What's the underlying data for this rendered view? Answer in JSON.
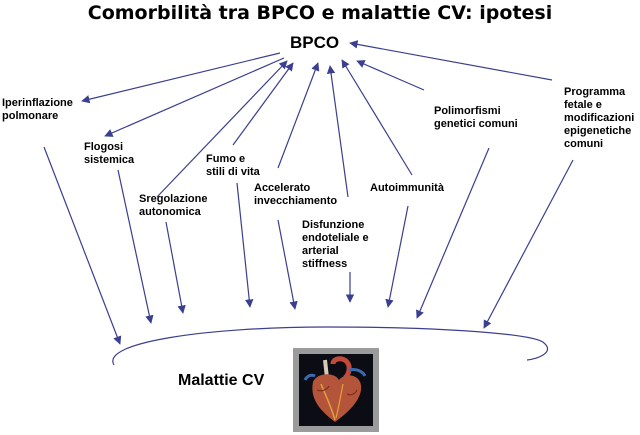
{
  "title": "Comorbilità tra BPCO e malattie CV: ipotesi",
  "hub": "BPCO",
  "target": "Malattie CV",
  "factors": [
    {
      "id": "iperinflazione",
      "text": "Iperinflazione\npolmonare"
    },
    {
      "id": "flogosi",
      "text": "Flogosi\nsistemica"
    },
    {
      "id": "sregolazione",
      "text": "Sregolazione\nautonomica"
    },
    {
      "id": "fumo",
      "text": "Fumo e\nstili di vita"
    },
    {
      "id": "accelerato",
      "text": "Accelerato\ninvecchiamento"
    },
    {
      "id": "disfunzione",
      "text": "Disfunzione\nendoteliale e\narterial\nstiffness"
    },
    {
      "id": "autoimmunita",
      "text": "Autoimmunità"
    },
    {
      "id": "polimorfismi",
      "text": "Polimorfismi\ngenetici comuni"
    },
    {
      "id": "programma",
      "text": "Programma\nfetale e\nmodificazioni\nepigenetiche\ncomuni"
    }
  ],
  "colors": {
    "arrow": "#3a3f8f",
    "text": "#000000",
    "frame": "#9b9b9b",
    "heart_bg": "#0c0c14",
    "heart": "#b4543a"
  },
  "icons": {
    "target_image": "heart-icon"
  }
}
